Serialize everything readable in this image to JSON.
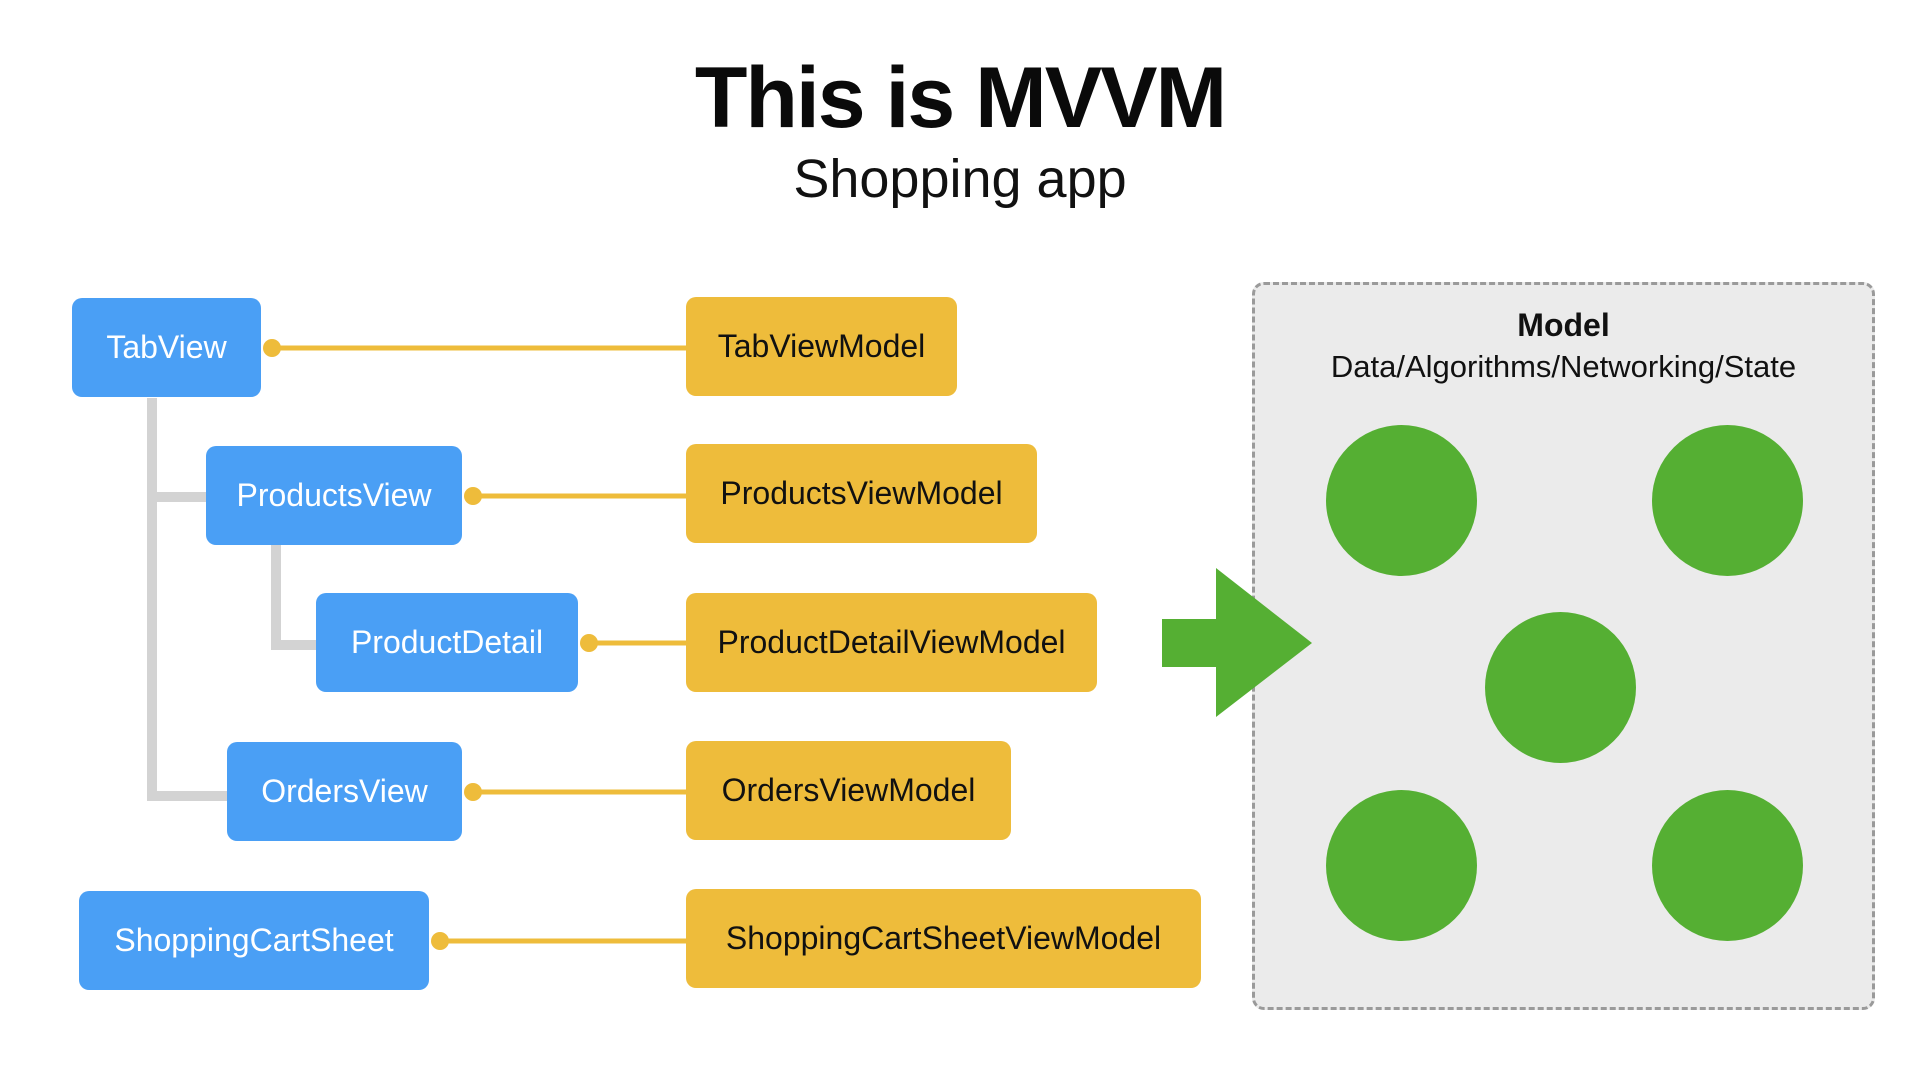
{
  "title": "This is MVVM",
  "subtitle": "Shopping app",
  "views": {
    "tab_view": "TabView",
    "products_view": "ProductsView",
    "product_detail": "ProductDetail",
    "orders_view": "OrdersView",
    "shopping_cart_sheet": "ShoppingCartSheet"
  },
  "view_models": {
    "tab_view_model": "TabViewModel",
    "products_view_model": "ProductsViewModel",
    "product_detail_view_model": "ProductDetailViewModel",
    "orders_view_model": "OrdersViewModel",
    "shopping_cart_sheet_view_model": "ShoppingCartSheetViewModel"
  },
  "model": {
    "title": "Model",
    "subtitle": "Data/Algorithms/Networking/State",
    "node_count": 5
  },
  "colors": {
    "view": "#4a9ff5",
    "view_model": "#eebc3b",
    "model_node": "#55af33",
    "arrow": "#55af33",
    "tree_line": "#d3d3d3",
    "link_line": "#eebc3b",
    "model_panel": "#ebebeb"
  }
}
